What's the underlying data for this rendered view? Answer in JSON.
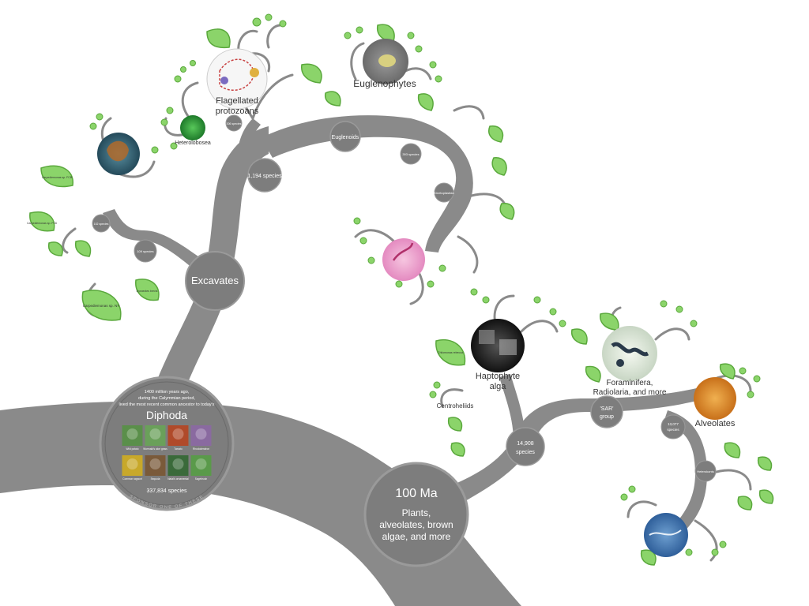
{
  "colors": {
    "branch": "#8a8a8a",
    "node_fill": "#7d7d7d",
    "node_stroke": "#9a9a9a",
    "leaf": "#8bd46a",
    "leaf_stroke": "#5aa83c",
    "text": "#ffffff",
    "dark_text": "#333333"
  },
  "root_node": {
    "intro": "1400 million years ago,",
    "intro2": "during the Calymmian period,",
    "intro3": "lived the most recent common ancestor to today's",
    "title": "Diphoda",
    "species": "337,834 species",
    "sponsor": "SPONSOR ONE OF THESE",
    "thumbs": [
      {
        "caption": "Wild potato",
        "color": "#5a8f4a"
      },
      {
        "caption": "Wormald's aloe grass",
        "color": "#6aa05a"
      },
      {
        "caption": "Tomato",
        "color": "#b04a2a"
      },
      {
        "caption": "Rhododendron",
        "color": "#8a6aa0"
      },
      {
        "caption": "Common ragwort",
        "color": "#c8a82a"
      },
      {
        "caption": "Sequoia",
        "color": "#7a5a3a"
      },
      {
        "caption": "Natal's ornamental",
        "color": "#3a6a3a"
      },
      {
        "caption": "Sagebrush",
        "color": "#5a9a4a"
      }
    ]
  },
  "nodes": {
    "excavates": "Excavates",
    "hundred_ma_title": "100 Ma",
    "hundred_ma_sub1": "Plants,",
    "hundred_ma_sub2": "alveolates, brown",
    "hundred_ma_sub3": "algae, and more",
    "sar_group1": "'SAR'",
    "sar_group2": "group",
    "species_14908_a": "14,908",
    "species_14908_b": "species",
    "species_1194": "1,194 species",
    "euglenoids": "Euglenoids",
    "species_393": "393 species",
    "kinetoplastida": "Kinetoplastida",
    "species_109": "109 species",
    "species_102": "102 species",
    "species_306": "306 species",
    "species_13077_a": "13,077",
    "species_13077_b": "species",
    "heterokonts": "Heterokonts"
  },
  "photo_labels": {
    "flagellated1": "Flagellated",
    "flagellated2": "protozoans",
    "heterolobosea": "Heterolobosea",
    "euglenophytes": "Euglenophytes",
    "haptophyte1": "Haptophyte",
    "haptophyte2": "alga",
    "centroheliids": "Centroheliids",
    "foraminifera1": "Foraminifera,",
    "foraminifera2": "Radiolaria, and more",
    "alveolates": "Alveolates"
  },
  "leaf_labels": {
    "leaf1": "Carpediemonas sp. FCB",
    "leaf2": "Carpediemonas sp. FC6",
    "leaf3": "Carpediemonas sp. NY",
    "leaf4": "Dysnectes brevis",
    "leaf5": "Chilomonas rebecca"
  }
}
